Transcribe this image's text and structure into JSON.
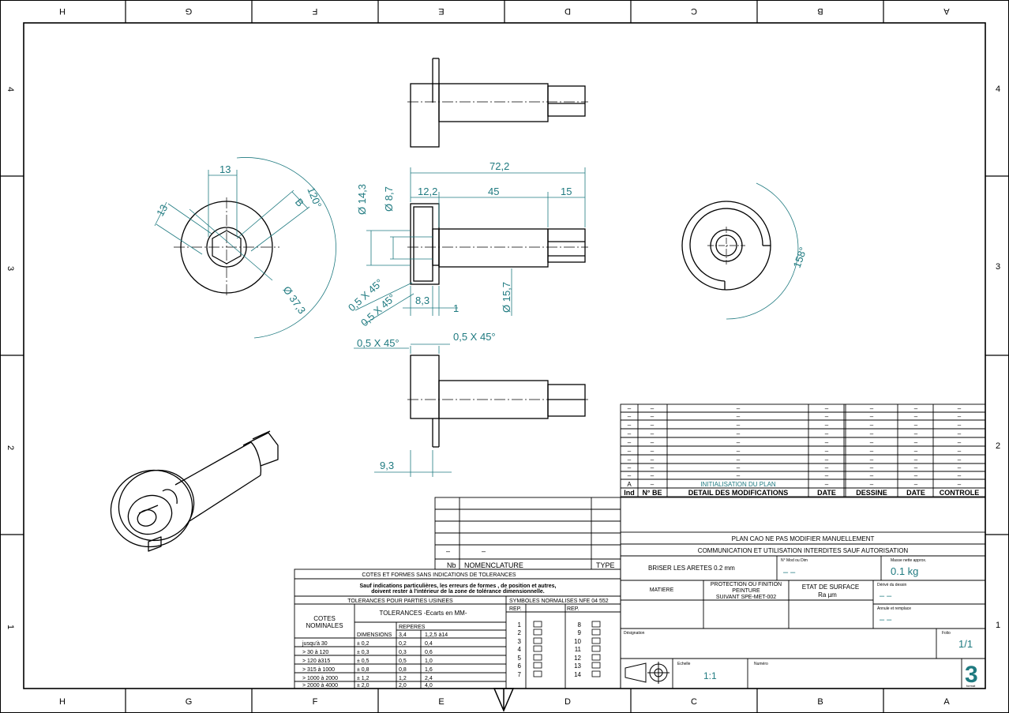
{
  "frame": {
    "cols_top": [
      "H",
      "G",
      "F",
      "E",
      "D",
      "C",
      "B",
      "A"
    ],
    "cols_bottom": [
      "H",
      "G",
      "F",
      "E",
      "D",
      "C",
      "B",
      "A"
    ],
    "rows_left": [
      "4",
      "3",
      "2",
      "1"
    ],
    "rows_right": [
      "4",
      "3",
      "2",
      "1"
    ]
  },
  "views": {
    "side_dims": {
      "w13": "13",
      "d13": "13",
      "b": "B",
      "a120": "120°",
      "d373": "Ø 37,3"
    },
    "front_dims": {
      "overall": "72,2",
      "d122": "12,2",
      "d45": "45",
      "d15": "15",
      "phi143": "Ø 14,3",
      "phi87": "Ø 8,7",
      "phi157": "Ø 15,7",
      "d83": "8,3",
      "d1": "1",
      "ch1": "0,5 X 45°",
      "ch2": "0,5 X 45°"
    },
    "end_dims": {
      "a158": "158°"
    },
    "lower_dims": {
      "ch_left": "0,5 X 45°",
      "ch_right": "0,5 X 45°",
      "d93": "9,3"
    }
  },
  "revisions": {
    "headers": [
      "Ind",
      "N° BE",
      "DETAIL DES MODIFICATIONS",
      "DATE",
      "DESSINE",
      "DATE",
      "CONTROLE"
    ],
    "rows": [
      [
        "–",
        "–",
        "–",
        "–",
        "–",
        "–",
        "–"
      ],
      [
        "–",
        "–",
        "–",
        "–",
        "–",
        "–",
        "–"
      ],
      [
        "–",
        "–",
        "–",
        "–",
        "–",
        "–",
        "–"
      ],
      [
        "–",
        "–",
        "–",
        "–",
        "–",
        "–",
        "–"
      ],
      [
        "–",
        "–",
        "–",
        "–",
        "–",
        "–",
        "–"
      ],
      [
        "–",
        "–",
        "–",
        "–",
        "–",
        "–",
        "–"
      ],
      [
        "–",
        "–",
        "–",
        "–",
        "–",
        "–",
        "–"
      ],
      [
        "–",
        "–",
        "–",
        "–",
        "–",
        "–",
        "–"
      ],
      [
        "–",
        "–",
        "–",
        "–",
        "–",
        "–",
        "–"
      ],
      [
        "A",
        "–",
        "INITIALISATION DU PLAN",
        "–",
        "–",
        "–",
        "–"
      ]
    ]
  },
  "nomenclature": {
    "row_values": [
      "–",
      "–"
    ],
    "headers": [
      "Nb",
      "NOMENCLATURE",
      "TYPE"
    ]
  },
  "tolerances": {
    "title": "COTES ET FORMES SANS INDICATIONS DE TOLERANCES",
    "note_line1": "Sauf indications particulières, les erreurs de formes , de position et autres,",
    "note_line2": "doivent rester à l'intérieur de la zone de tolérance dimensionnelle.",
    "parts_title": "TOLERANCES POUR PARTIES USINEES",
    "cotes": "COTES",
    "nominales": "NOMINALES",
    "ecarts": "TOLERANCES -Ecarts en MM-",
    "reperes": "REPERES",
    "dimensions": "DIMENSIONS",
    "c34": "3,4",
    "c1214": "1,2,5 à14",
    "rows": [
      [
        "jusqu'à 30",
        "± 0,2",
        "0,2",
        "0,4"
      ],
      [
        "> 30 à 120",
        "± 0,3",
        "0,3",
        "0,6"
      ],
      [
        "> 120 à315",
        "± 0,5",
        "0,5",
        "1,0"
      ],
      [
        "> 315 à 1000",
        "± 0,8",
        "0,8",
        "1,6"
      ],
      [
        "> 1000 à 2000",
        "± 1,2",
        "1,2",
        "2,4"
      ],
      [
        "> 2000 à 4000",
        "± 2,0",
        "2,0",
        "4,0"
      ]
    ]
  },
  "symbols": {
    "title": "SYMBOLES NORMALISES NFE 04 552",
    "rep": "REP.",
    "left": [
      "1",
      "2",
      "3",
      "4",
      "5",
      "6",
      "7"
    ],
    "right": [
      "8",
      "9",
      "10",
      "11",
      "12",
      "13",
      "14"
    ]
  },
  "title_block": {
    "line1": "PLAN CAO NE PAS MODIFIER MANUELLEMENT",
    "line2": "COMMUNICATION ET UTILISATION INTERDITES SAUF AUTORISATION",
    "briser": "BRISER LES ARETES 0.2 mm",
    "nmod_label": "N° Mod ou Dim",
    "nmod_value": "– –",
    "masse_label": "Masse nette approx.",
    "masse_value": "0.1 kg",
    "matiere": "MATIERE",
    "protection1": "PROTECTION OU FINITION",
    "protection2": "PEINTURE",
    "protection3": "SUIVANT SPE-MET-002",
    "etat1": "ETAT DE SURFACE",
    "etat2": "Ra   µm",
    "derive_label": "Dérivé du dessin",
    "derive_value": "– –",
    "annule_label": "Annule et remplace",
    "annule_value": "– –",
    "designation_label": "Désignation",
    "folio_label": "Folio",
    "folio_value": "1/1",
    "echelle_label": "Echelle",
    "echelle_value": "1:1",
    "numero_label": "Numéro",
    "format_value": "3",
    "format_label": "format"
  },
  "colors": {
    "dimension": "#1f7a80",
    "line": "#000000",
    "format": "#1f7a80"
  }
}
